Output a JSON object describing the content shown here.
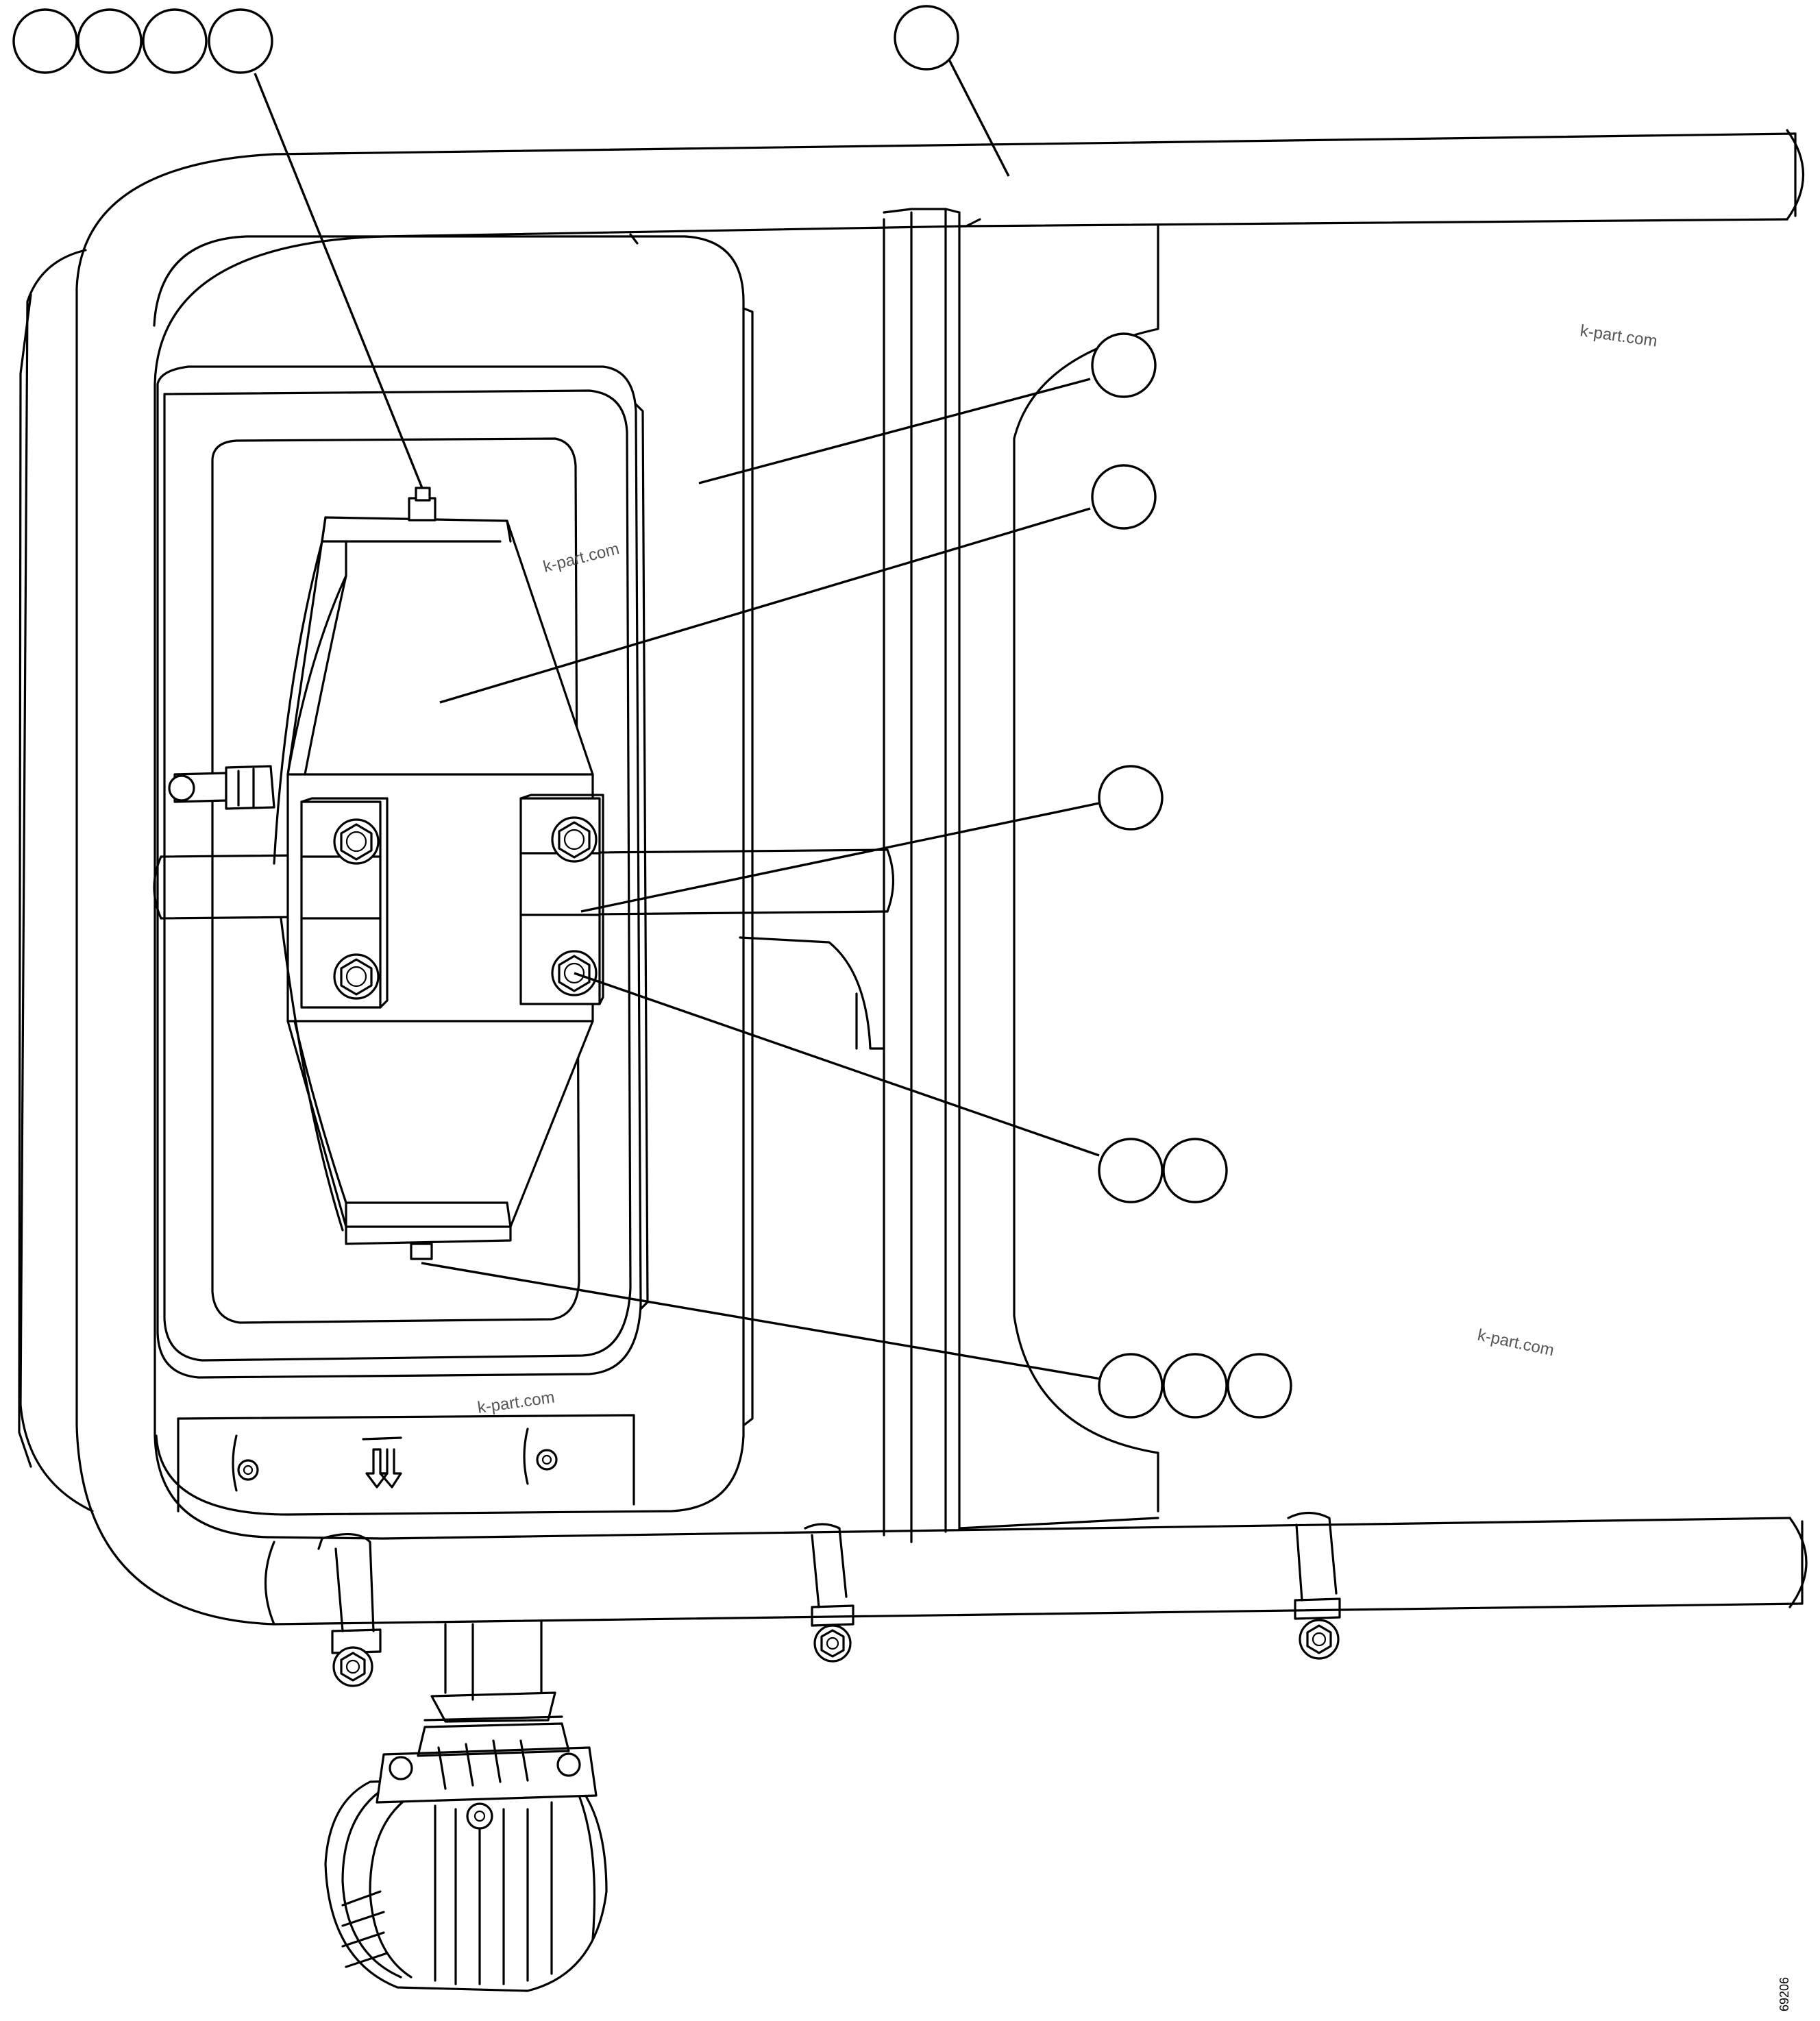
{
  "drawing": {
    "watermarks": [
      "k-part.com",
      "k-part.com",
      "k-part.com",
      "k-part.com"
    ],
    "drawing_number": "69206"
  },
  "callouts": [
    {
      "group": "top-left-balloons",
      "count": 4
    },
    {
      "group": "top-middle-balloon",
      "count": 1
    },
    {
      "group": "right-balloon-1",
      "count": 1
    },
    {
      "group": "right-balloon-2",
      "count": 1
    },
    {
      "group": "right-balloon-3",
      "count": 1
    },
    {
      "group": "right-balloon-pair",
      "count": 2
    },
    {
      "group": "right-balloon-triple",
      "count": 3
    }
  ]
}
